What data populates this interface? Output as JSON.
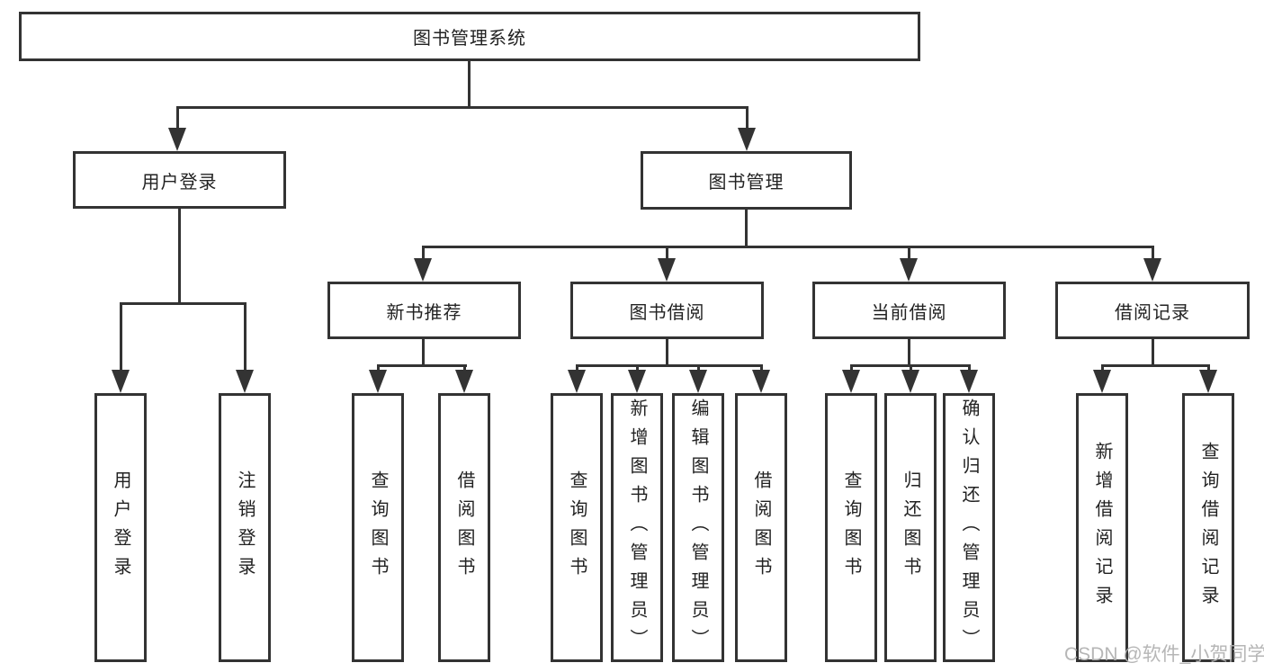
{
  "diagram": {
    "tree": {
      "label": "图书管理系统",
      "children": [
        {
          "label": "用户登录",
          "children": [
            {
              "label": "用户登录"
            },
            {
              "label": "注销登录"
            }
          ]
        },
        {
          "label": "图书管理",
          "children": [
            {
              "label": "新书推荐",
              "children": [
                {
                  "label": "查询图书"
                },
                {
                  "label": "借阅图书"
                }
              ]
            },
            {
              "label": "图书借阅",
              "children": [
                {
                  "label": "查询图书"
                },
                {
                  "label": "新增图书（管理员）"
                },
                {
                  "label": "编辑图书（管理员）"
                },
                {
                  "label": "借阅图书"
                }
              ]
            },
            {
              "label": "当前借阅",
              "children": [
                {
                  "label": "查询图书"
                },
                {
                  "label": "归还图书"
                },
                {
                  "label": "确认归还（管理员）"
                }
              ]
            },
            {
              "label": "借阅记录",
              "children": [
                {
                  "label": "新增借阅记录"
                },
                {
                  "label": "查询借阅记录"
                }
              ]
            }
          ]
        }
      ]
    },
    "colors": {
      "line": "#333333",
      "text": "#222222",
      "background": "#ffffff",
      "watermark": "#b2b2b2"
    },
    "watermark": {
      "text": "CSDN @软件_小贺同学"
    }
  }
}
